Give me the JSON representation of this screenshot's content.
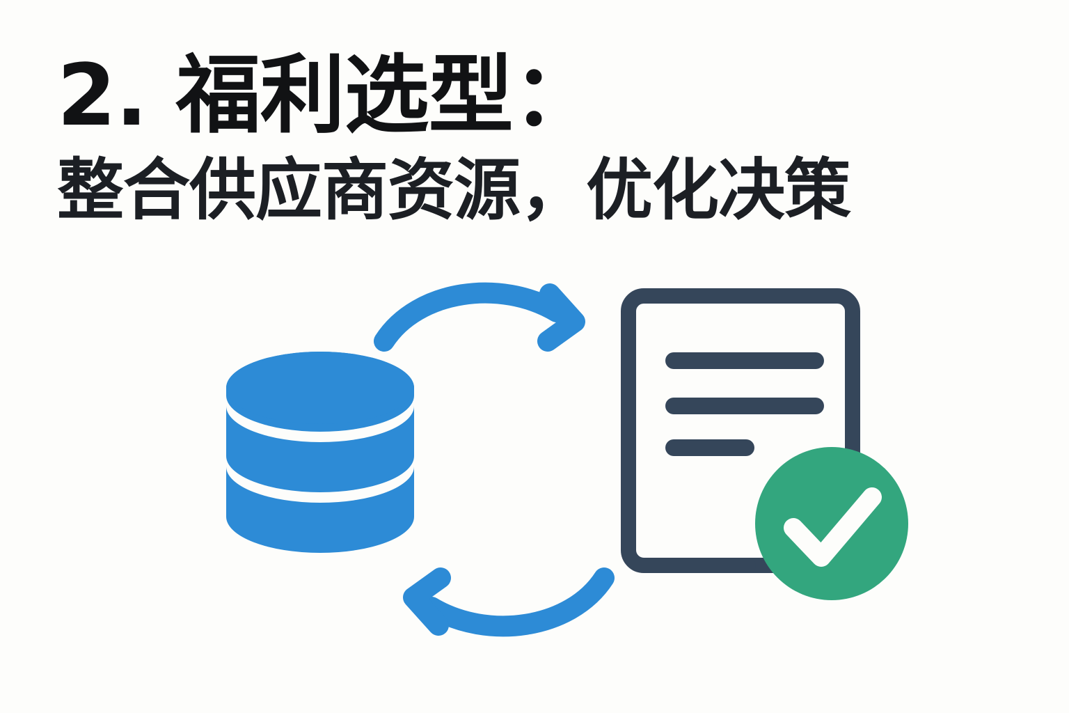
{
  "slide": {
    "background_color": "#fdfdfb",
    "title": "2. 福利选型：",
    "subtitle": "整合供应商资源，优化决策"
  },
  "illustration": {
    "name": "supplier-resource-integration-diagram",
    "colors": {
      "blue": "#2d8bd6",
      "slate": "#35465a",
      "green": "#33a67e",
      "white": "#fdfdfb"
    },
    "elements": {
      "database": {
        "label": "database-icon",
        "description": "三层蓝色数据库圆柱",
        "layers": 3
      },
      "arrow_top": {
        "label": "arrow-right-curved-icon",
        "direction": "database-to-document"
      },
      "arrow_bottom": {
        "label": "arrow-left-curved-icon",
        "direction": "document-to-database"
      },
      "document": {
        "label": "document-icon",
        "description": "圆角方框文档，内含三条文本线",
        "text_lines": 3
      },
      "check_badge": {
        "label": "check-circle-icon",
        "description": "绿色圆形对勾徽章"
      }
    }
  }
}
